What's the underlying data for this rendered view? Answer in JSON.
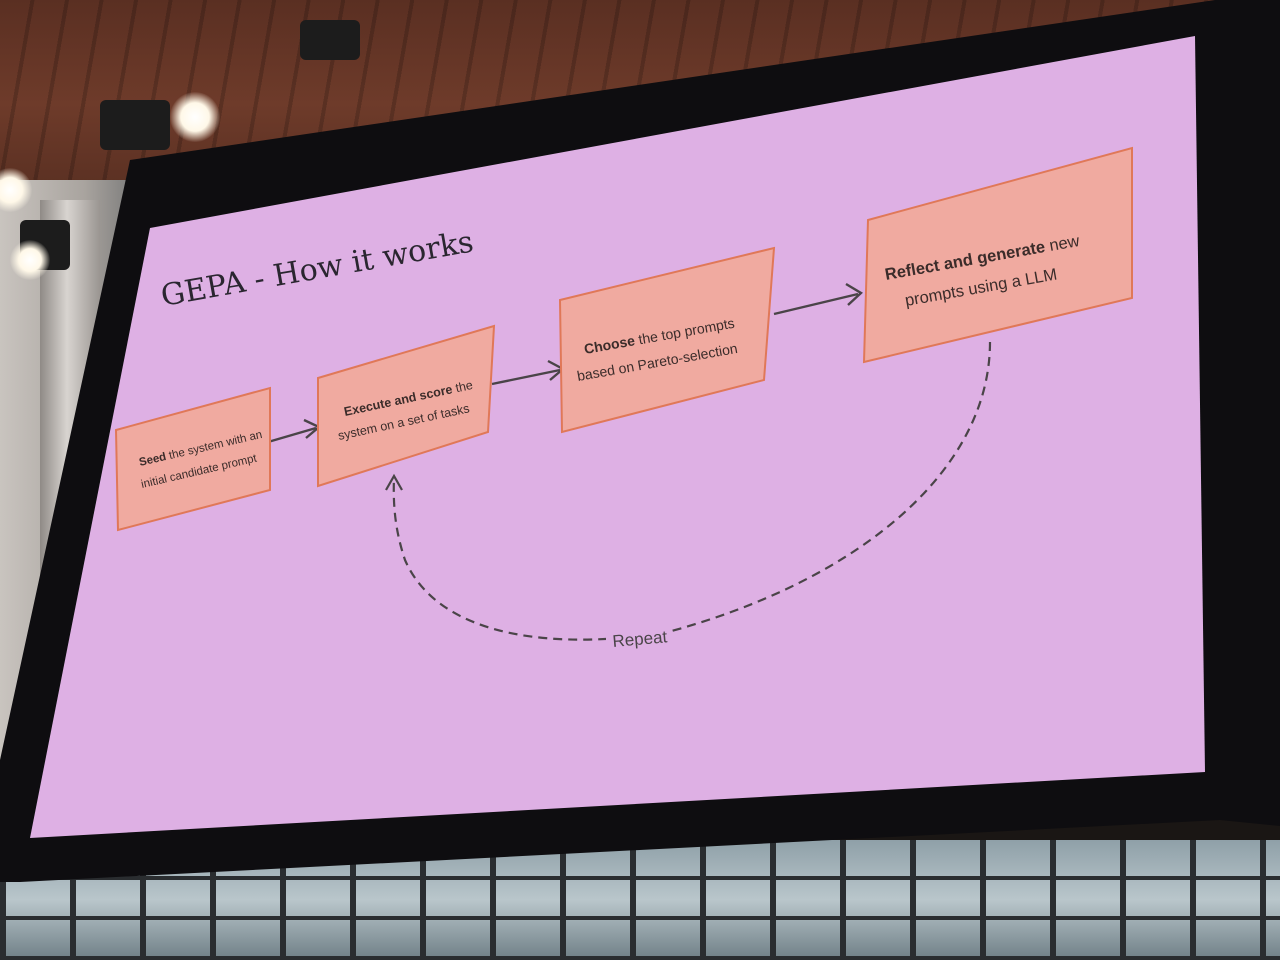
{
  "slide": {
    "title": "GEPA - How it works",
    "steps": [
      {
        "bold": "Seed",
        "rest_line1": " the system with an",
        "line2": "initial candidate prompt"
      },
      {
        "bold": "Execute and score",
        "rest_line1": " the",
        "line2": "system on a set of tasks"
      },
      {
        "bold": "Choose",
        "rest_line1": " the top prompts",
        "line2": "based on Pareto-selection"
      },
      {
        "bold": "Reflect and generate",
        "rest_line1": " new",
        "line2": "prompts using a LLM"
      }
    ],
    "loop_label": "Repeat"
  },
  "colors": {
    "slide_background": "#deb0e4",
    "box_fill": "#f0aaa0",
    "box_border": "#e07858",
    "arrow": "#4a4448"
  }
}
